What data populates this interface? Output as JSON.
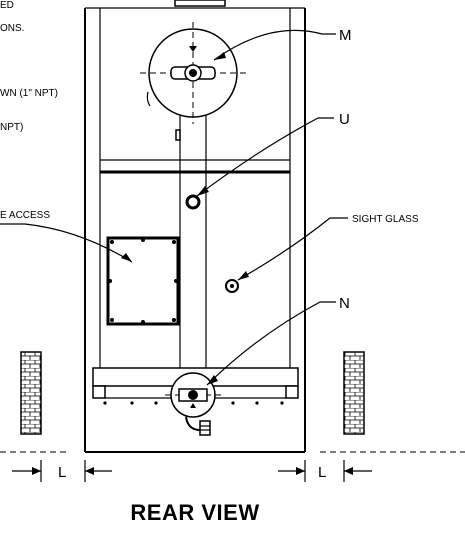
{
  "notes": {
    "line1": "ED",
    "line2": "ONS.",
    "line3": "WN (1\" NPT)",
    "line4": "NPT)",
    "line5": "E ACCESS"
  },
  "callouts": {
    "m": "M",
    "u": "U",
    "n": "N",
    "sight_glass": "SIGHT GLASS"
  },
  "dimensions": {
    "left_l": "L",
    "right_l": "L"
  },
  "view_title": "REAR VIEW"
}
